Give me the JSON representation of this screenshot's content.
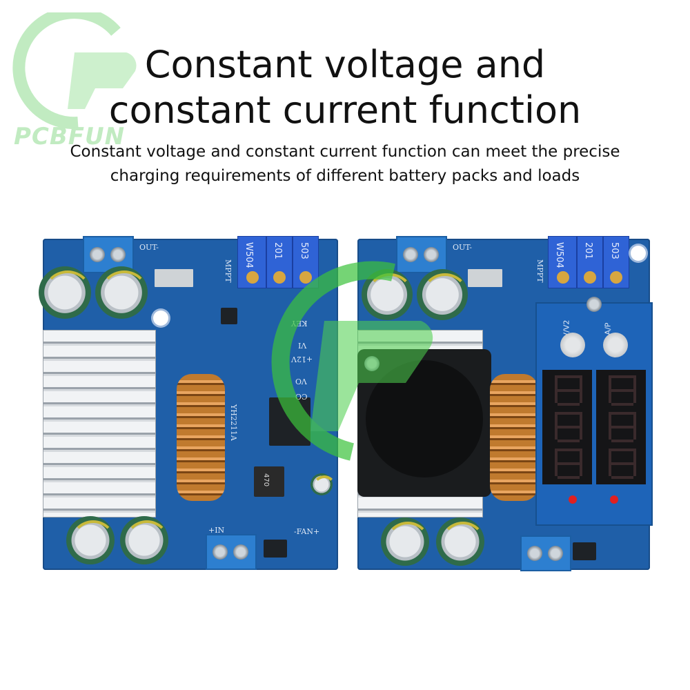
{
  "brand": {
    "logo_text": "PCBFUN",
    "logo_color": "#7fd67f"
  },
  "heading": {
    "line1": "Constant voltage and",
    "line2": "constant current function"
  },
  "description": {
    "line1": "Constant voltage and constant current function can meet the precise",
    "line2": "charging requirements of different battery packs and loads"
  },
  "left_board": {
    "silkscreen": {
      "out": "OUT-",
      "pot1": "W504",
      "pot2": "201",
      "pot3": "503",
      "mppt": "MPPT",
      "key": "KEY",
      "vi": "VI",
      "v12": "+12V",
      "vo": "VO",
      "co": "CO",
      "model": "YH2211A",
      "inductor_code": "470",
      "in": "+IN",
      "fan": "-FAN+"
    }
  },
  "right_board": {
    "silkscreen": {
      "out": "OUT-",
      "pot1": "W504",
      "pot2": "201",
      "pot3": "503",
      "mppt": "MPPT",
      "btn1": "V/V2",
      "btn2": "A/P"
    }
  },
  "colors": {
    "pcb": "#1f5fa8",
    "accent_watermark": "#3cc23c",
    "text": "#111111"
  }
}
